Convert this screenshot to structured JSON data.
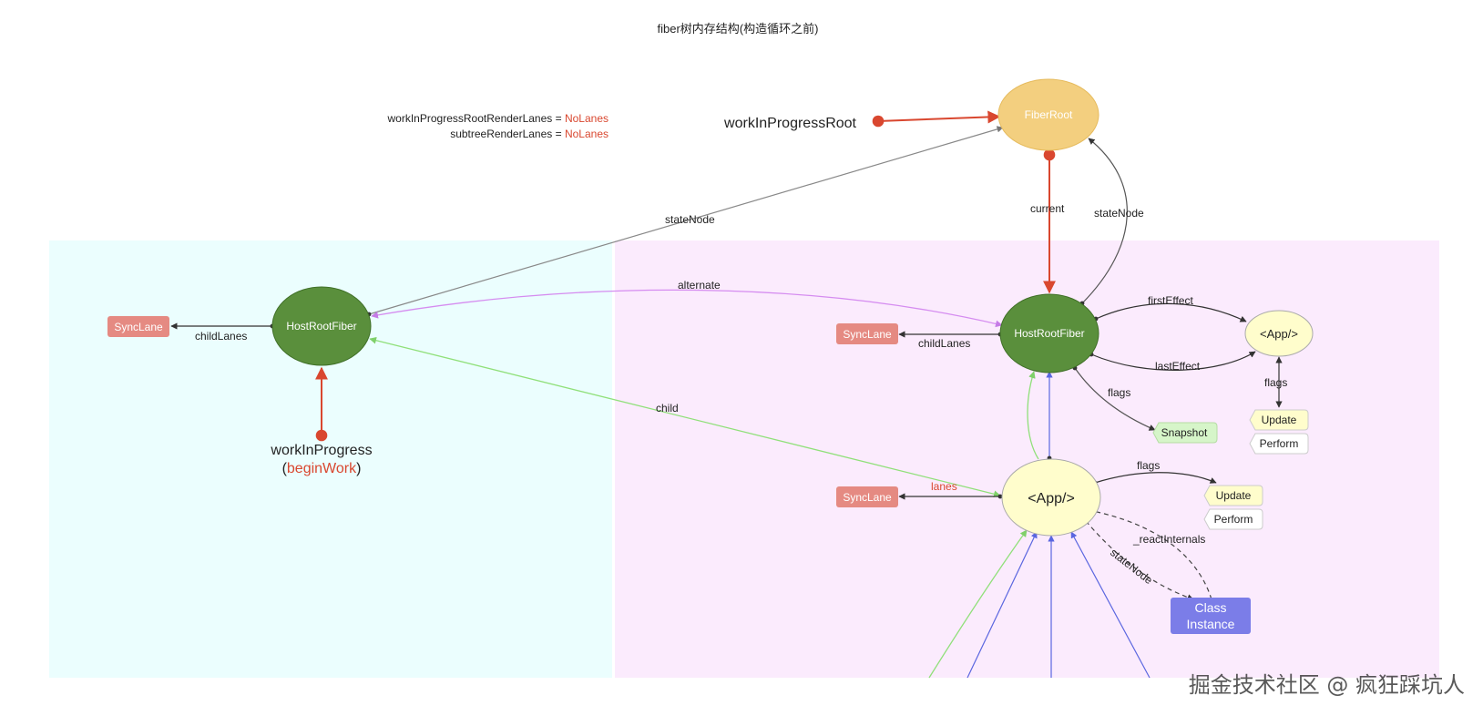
{
  "title": "fiber树内存结构(构造循环之前)",
  "status": {
    "line1_label": "workInProgressRootRenderLanes = ",
    "line1_value": "NoLanes",
    "line2_label": "subtreeRenderLanes = ",
    "line2_value": "NoLanes"
  },
  "pointers": {
    "wip_root": "workInProgressRoot",
    "wip": "workInProgress",
    "wip_open": "(",
    "wip_fn": "beginWork",
    "wip_close": ")"
  },
  "nodes": {
    "fiber_root": "FiberRoot",
    "wip_host_root": "HostRootFiber",
    "cur_host_root": "HostRootFiber",
    "sync_lane_left": "SyncLane",
    "sync_lane_mid": "SyncLane",
    "sync_lane_bottom": "SyncLane",
    "app_effect": "<App/>",
    "app_main": "<App/>",
    "update_top": "Update",
    "perform_top": "Perform",
    "snapshot": "Snapshot",
    "update_bottom": "Update",
    "perform_bottom": "Perform",
    "class_instance_1": "Class",
    "class_instance_2": "Instance"
  },
  "edges": {
    "state_node_left": "stateNode",
    "current": "current",
    "state_node_right": "stateNode",
    "alternate": "alternate",
    "child_lanes_left": "childLanes",
    "child_lanes_right": "childLanes",
    "first_effect": "firstEffect",
    "last_effect": "lastEffect",
    "flags_app_effect": "flags",
    "flags_host": "flags",
    "child": "child",
    "lanes": "lanes",
    "flags_app_main": "flags",
    "react_internals": "_reactInternals",
    "state_node_class": "stateNode"
  },
  "watermark": "掘金技术社区 @ 疯狂踩坑人",
  "colors": {
    "wip_region": "#ebfefe",
    "current_region": "#fbebfd",
    "fiber_root": "#f3cf7f",
    "host_root": "#5a8f3c",
    "sync_lane": "#e58a82",
    "app_node": "#fffdcc",
    "snapshot": "#d6f5c9",
    "class_instance": "#7b7de8",
    "pointer_red": "#d9472f",
    "alternate_edge": "#d58cf0",
    "child_edge": "#90e07a",
    "return_edge": "#6b76e8"
  }
}
